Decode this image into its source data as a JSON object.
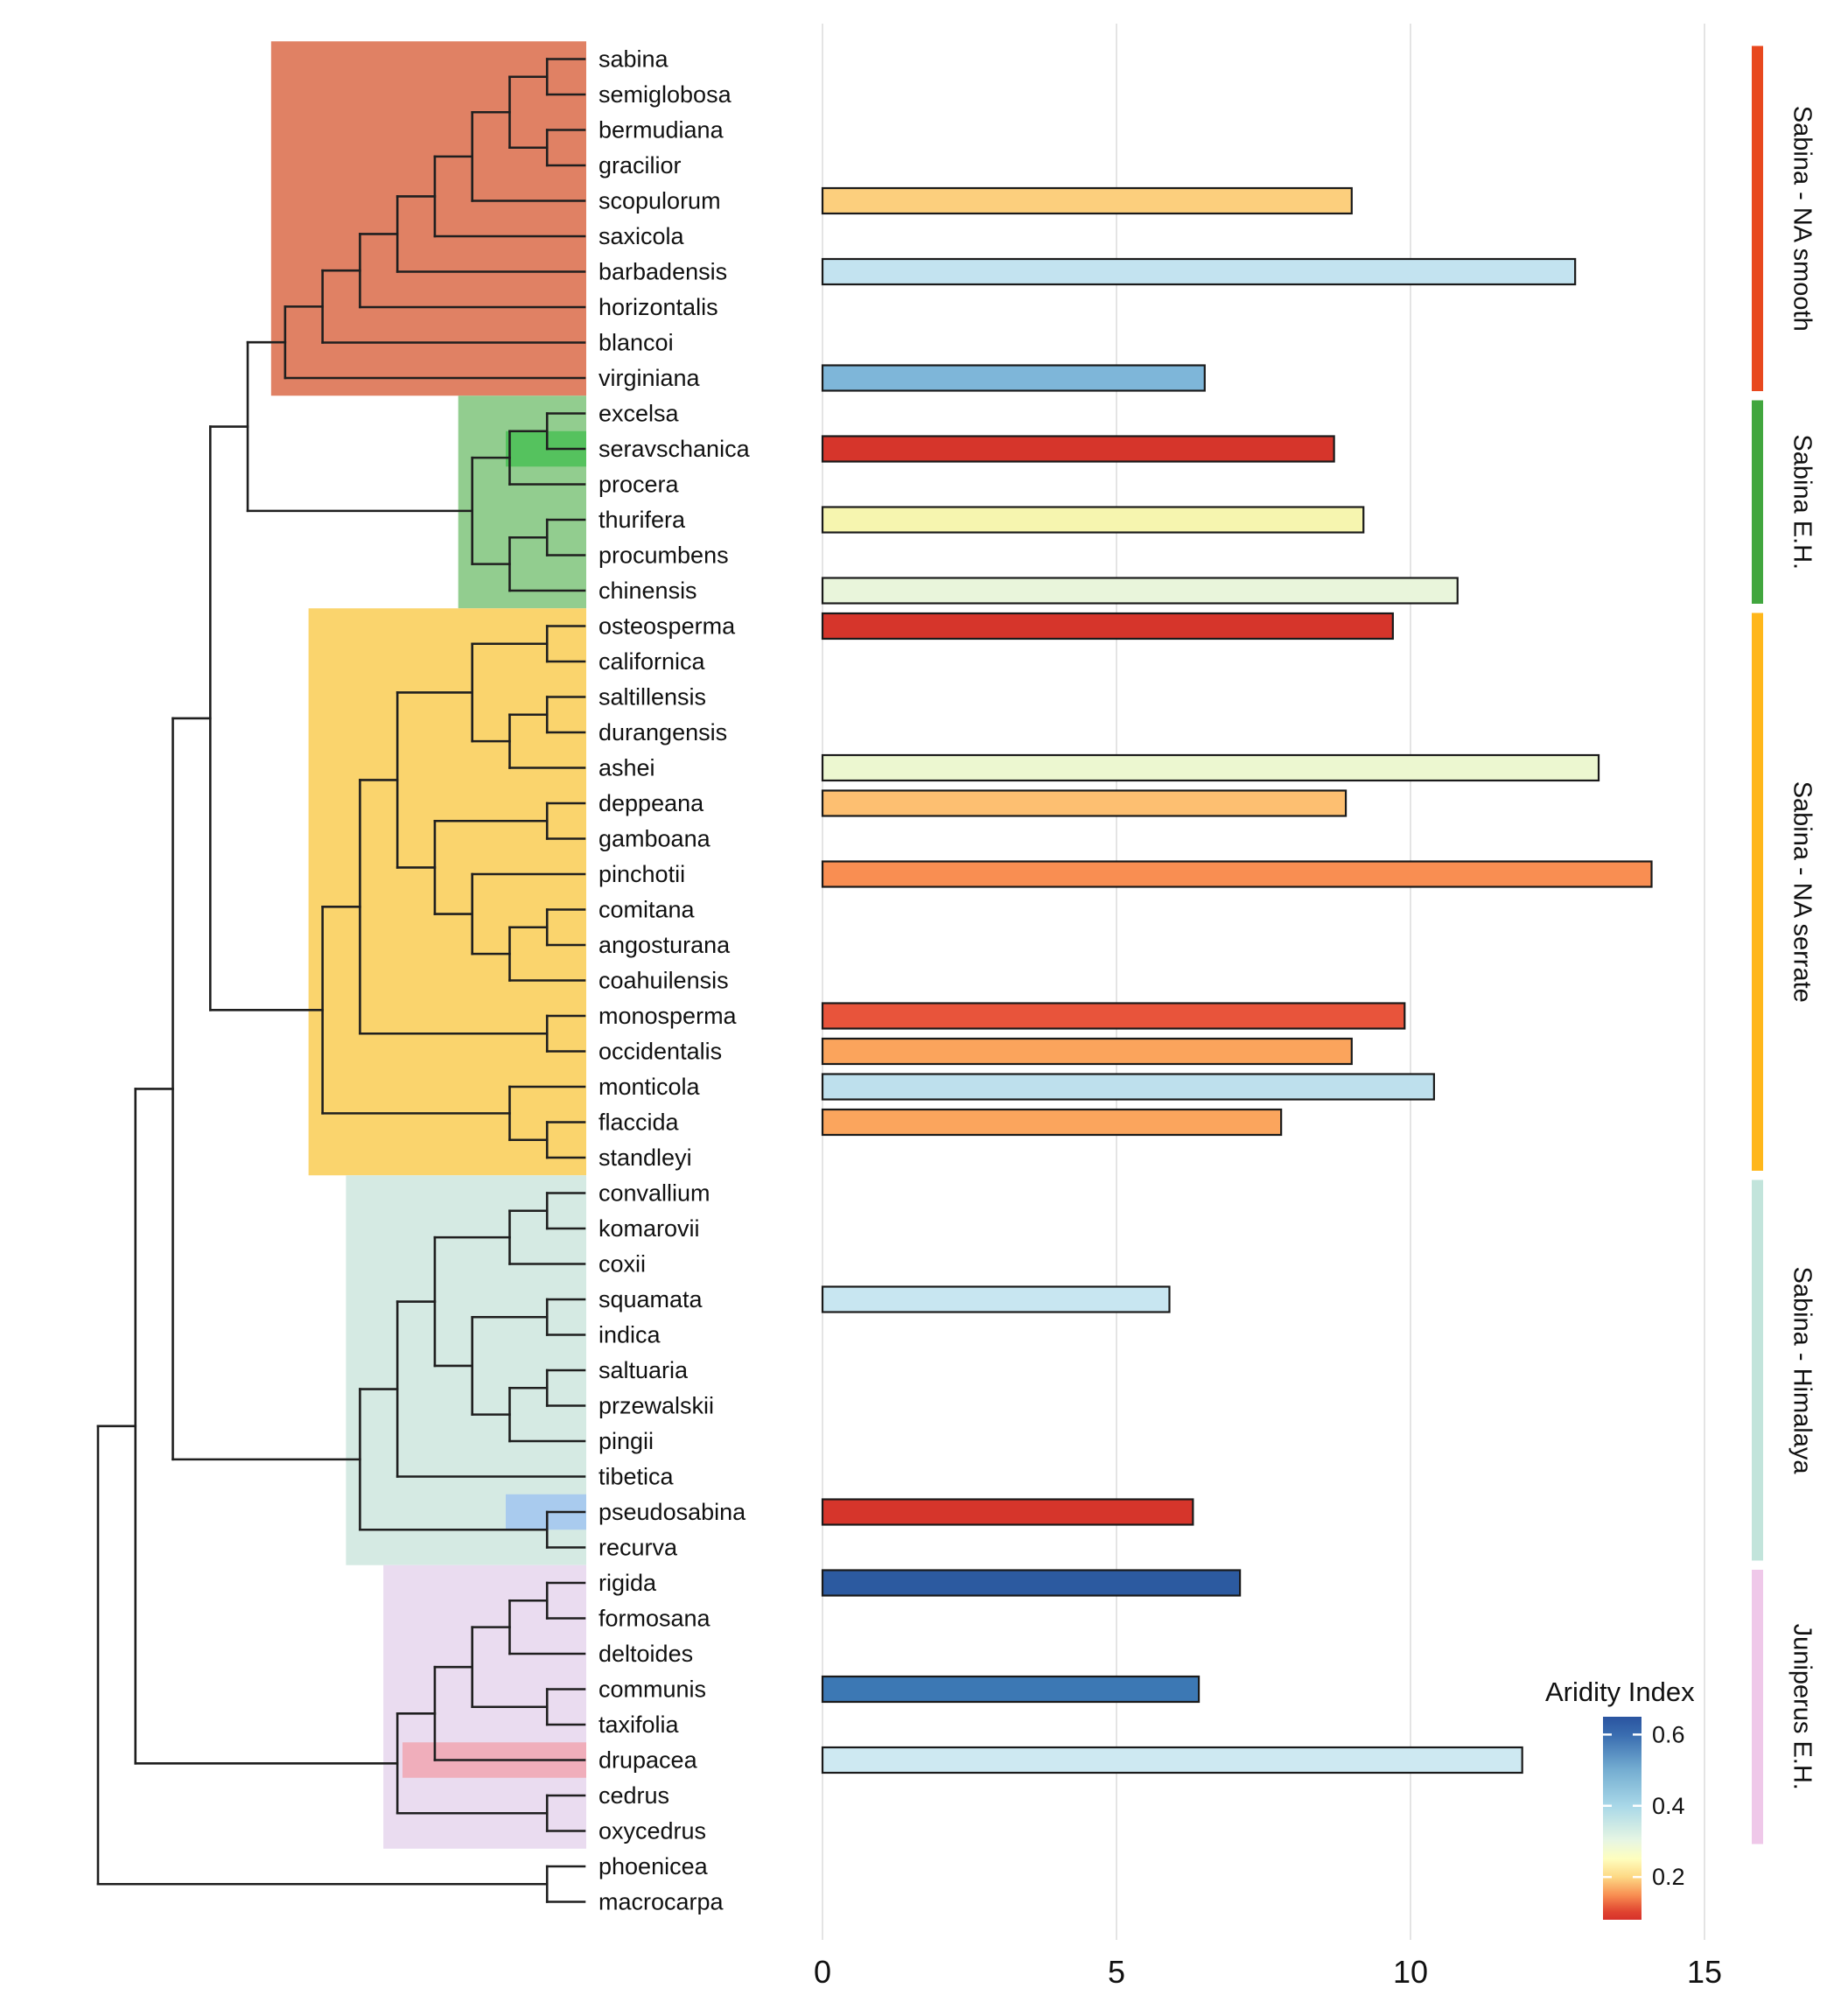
{
  "chart_data": {
    "type": "bar",
    "orientation": "horizontal",
    "title": "",
    "xlabel": "",
    "ylabel": "",
    "panel": {
      "xlim": [
        0,
        15
      ],
      "x_ticks": [
        0,
        5,
        10,
        15
      ],
      "gridlines": "vertical-major"
    },
    "legend": {
      "title": "Aridity Index",
      "colormap": "RdYlBu",
      "domain": [
        0.08,
        0.65
      ],
      "ticks": [
        {
          "value": 0.6,
          "label": "0.6"
        },
        {
          "value": 0.4,
          "label": "0.4"
        },
        {
          "value": 0.2,
          "label": "0.2"
        }
      ],
      "gradient": [
        {
          "pos": 0,
          "color": "#2A54A0"
        },
        {
          "pos": 9,
          "color": "#3A6DB0"
        },
        {
          "pos": 26,
          "color": "#74ADD1"
        },
        {
          "pos": 44,
          "color": "#A9D8E8"
        },
        {
          "pos": 61,
          "color": "#E7F6E3"
        },
        {
          "pos": 70,
          "color": "#FEFEBE"
        },
        {
          "pos": 79,
          "color": "#FDD884"
        },
        {
          "pos": 88,
          "color": "#F88D51"
        },
        {
          "pos": 96,
          "color": "#E04430"
        },
        {
          "pos": 100,
          "color": "#D7302A"
        }
      ]
    },
    "clades": [
      {
        "id": "sabina-na-smooth",
        "label": "Sabina - NA smooth",
        "rows": [
          0,
          9
        ],
        "block_color": "#E08164",
        "strip_color": "#E8481E"
      },
      {
        "id": "sabina-eh",
        "label": "Sabina E.H.",
        "rows": [
          10,
          15
        ],
        "block_color": "#92CD8F",
        "strip_color": "#41A63E"
      },
      {
        "id": "sabina-na-serrate",
        "label": "Sabina - NA serrate",
        "rows": [
          16,
          31
        ],
        "block_color": "#FAD46D",
        "strip_color": "#FFB71B"
      },
      {
        "id": "sabina-himalaya",
        "label": "Sabina - Himalaya",
        "rows": [
          32,
          42
        ],
        "block_color": "#D5EAE3",
        "strip_color": "#C2E4DB"
      },
      {
        "id": "juniperus-eh",
        "label": "Juniperus E.H.",
        "rows": [
          43,
          50
        ],
        "block_color": "#EADCF0",
        "strip_color": "#EFC8E9"
      }
    ],
    "highlights": [
      {
        "species": "seravschanica",
        "color": "#55C25E",
        "x": 578
      },
      {
        "species": "pseudosabina",
        "color": "#A9CBEE",
        "x": 578
      },
      {
        "species": "drupacea",
        "color": "#F0AEBB",
        "x": 460
      }
    ],
    "species": [
      {
        "name": "sabina",
        "value": null,
        "aridity": null,
        "color": null
      },
      {
        "name": "semiglobosa",
        "value": null,
        "aridity": null,
        "color": null
      },
      {
        "name": "bermudiana",
        "value": null,
        "aridity": null,
        "color": null
      },
      {
        "name": "gracilior",
        "value": null,
        "aridity": null,
        "color": null
      },
      {
        "name": "scopulorum",
        "value": 9.0,
        "aridity": 0.24,
        "color": "#FCCF7D"
      },
      {
        "name": "saxicola",
        "value": null,
        "aridity": null,
        "color": null
      },
      {
        "name": "barbadensis",
        "value": 12.8,
        "aridity": 0.42,
        "color": "#C3E3F0"
      },
      {
        "name": "horizontalis",
        "value": null,
        "aridity": null,
        "color": null
      },
      {
        "name": "blancoi",
        "value": null,
        "aridity": null,
        "color": null
      },
      {
        "name": "virginiana",
        "value": 6.5,
        "aridity": 0.52,
        "color": "#7EB6D9"
      },
      {
        "name": "excelsa",
        "value": null,
        "aridity": null,
        "color": null
      },
      {
        "name": "seravschanica",
        "value": 8.7,
        "aridity": 0.1,
        "color": "#D6352B"
      },
      {
        "name": "procera",
        "value": null,
        "aridity": null,
        "color": null
      },
      {
        "name": "thurifera",
        "value": 9.2,
        "aridity": 0.27,
        "color": "#F6F5AF"
      },
      {
        "name": "procumbens",
        "value": null,
        "aridity": null,
        "color": null
      },
      {
        "name": "chinensis",
        "value": 10.8,
        "aridity": 0.32,
        "color": "#E9F5DB"
      },
      {
        "name": "osteosperma",
        "value": 9.7,
        "aridity": 0.11,
        "color": "#D6352B"
      },
      {
        "name": "californica",
        "value": null,
        "aridity": null,
        "color": null
      },
      {
        "name": "saltillensis",
        "value": null,
        "aridity": null,
        "color": null
      },
      {
        "name": "durangensis",
        "value": null,
        "aridity": null,
        "color": null
      },
      {
        "name": "ashei",
        "value": 13.2,
        "aridity": 0.31,
        "color": "#ECF7D0"
      },
      {
        "name": "deppeana",
        "value": 8.9,
        "aridity": 0.22,
        "color": "#FDBF71"
      },
      {
        "name": "gamboana",
        "value": null,
        "aridity": null,
        "color": null
      },
      {
        "name": "pinchotii",
        "value": 14.1,
        "aridity": 0.17,
        "color": "#F98E52"
      },
      {
        "name": "comitana",
        "value": null,
        "aridity": null,
        "color": null
      },
      {
        "name": "angosturana",
        "value": null,
        "aridity": null,
        "color": null
      },
      {
        "name": "coahuilensis",
        "value": null,
        "aridity": null,
        "color": null
      },
      {
        "name": "monosperma",
        "value": 9.9,
        "aridity": 0.14,
        "color": "#E8543B"
      },
      {
        "name": "occidentalis",
        "value": 9.0,
        "aridity": 0.19,
        "color": "#FBA45C"
      },
      {
        "name": "monticola",
        "value": 10.4,
        "aridity": 0.4,
        "color": "#BEE0ED"
      },
      {
        "name": "flaccida",
        "value": 7.8,
        "aridity": 0.19,
        "color": "#FBA55D"
      },
      {
        "name": "standleyi",
        "value": null,
        "aridity": null,
        "color": null
      },
      {
        "name": "convallium",
        "value": null,
        "aridity": null,
        "color": null
      },
      {
        "name": "komarovii",
        "value": null,
        "aridity": null,
        "color": null
      },
      {
        "name": "coxii",
        "value": null,
        "aridity": null,
        "color": null
      },
      {
        "name": "squamata",
        "value": 5.9,
        "aridity": 0.41,
        "color": "#C8E6F1"
      },
      {
        "name": "indica",
        "value": null,
        "aridity": null,
        "color": null
      },
      {
        "name": "saltuaria",
        "value": null,
        "aridity": null,
        "color": null
      },
      {
        "name": "przewalskii",
        "value": null,
        "aridity": null,
        "color": null
      },
      {
        "name": "pingii",
        "value": null,
        "aridity": null,
        "color": null
      },
      {
        "name": "tibetica",
        "value": null,
        "aridity": null,
        "color": null
      },
      {
        "name": "pseudosabina",
        "value": 6.3,
        "aridity": 0.1,
        "color": "#D6352B"
      },
      {
        "name": "recurva",
        "value": null,
        "aridity": null,
        "color": null
      },
      {
        "name": "rigida",
        "value": 7.1,
        "aridity": 0.62,
        "color": "#2C5AA0"
      },
      {
        "name": "formosana",
        "value": null,
        "aridity": null,
        "color": null
      },
      {
        "name": "deltoides",
        "value": null,
        "aridity": null,
        "color": null
      },
      {
        "name": "communis",
        "value": 6.4,
        "aridity": 0.57,
        "color": "#3C78B4"
      },
      {
        "name": "taxifolia",
        "value": null,
        "aridity": null,
        "color": null
      },
      {
        "name": "drupacea",
        "value": 11.9,
        "aridity": 0.39,
        "color": "#CEE9F2"
      },
      {
        "name": "cedrus",
        "value": null,
        "aridity": null,
        "color": null
      },
      {
        "name": "oxycedrus",
        "value": null,
        "aridity": null,
        "color": null
      },
      {
        "name": "phoenicea",
        "value": null,
        "aridity": null,
        "color": null
      },
      {
        "name": "macrocarpa",
        "value": null,
        "aridity": null,
        "color": null
      }
    ],
    "tree": [
      [
        [
          [
            [
              [
                [
                  [
                    [
                      [
                        [
                          [
                            [
                              "sabina",
                              "semiglobosa"
                            ],
                            [
                              "bermudiana",
                              "gracilior"
                            ]
                          ],
                          "scopulorum"
                        ],
                        "saxicola"
                      ],
                      "barbadensis"
                    ],
                    "horizontalis"
                  ],
                  "blancoi"
                ],
                "virginiana"
              ],
              [
                [
                  [
                    "excelsa",
                    "seravschanica"
                  ],
                  "procera"
                ],
                [
                  [
                    "thurifera",
                    "procumbens"
                  ],
                  "chinensis"
                ]
              ]
            ],
            [
              [
                [
                  [
                    [
                      "osteosperma",
                      "californica"
                    ],
                    [
                      [
                        "saltillensis",
                        "durangensis"
                      ],
                      "ashei"
                    ]
                  ],
                  [
                    [
                      "deppeana",
                      "gamboana"
                    ],
                    [
                      "pinchotii",
                      [
                        [
                          "comitana",
                          "angosturana"
                        ],
                        "coahuilensis"
                      ]
                    ]
                  ]
                ],
                [
                  "monosperma",
                  "occidentalis"
                ]
              ],
              [
                "monticola",
                [
                  "flaccida",
                  "standleyi"
                ]
              ]
            ]
          ],
          [
            [
              [
                [
                  [
                    "convallium",
                    "komarovii"
                  ],
                  "coxii"
                ],
                [
                  [
                    "squamata",
                    "indica"
                  ],
                  [
                    [
                      "saltuaria",
                      "przewalskii"
                    ],
                    "pingii"
                  ]
                ]
              ],
              "tibetica"
            ],
            [
              "pseudosabina",
              "recurva"
            ]
          ]
        ],
        [
          [
            [
              [
                [
                  "rigida",
                  "formosana"
                ],
                "deltoides"
              ],
              [
                "communis",
                "taxifolia"
              ]
            ],
            "drupacea"
          ],
          [
            "cedrus",
            "oxycedrus"
          ]
        ]
      ],
      [
        "phoenicea",
        "macrocarpa"
      ]
    ]
  }
}
